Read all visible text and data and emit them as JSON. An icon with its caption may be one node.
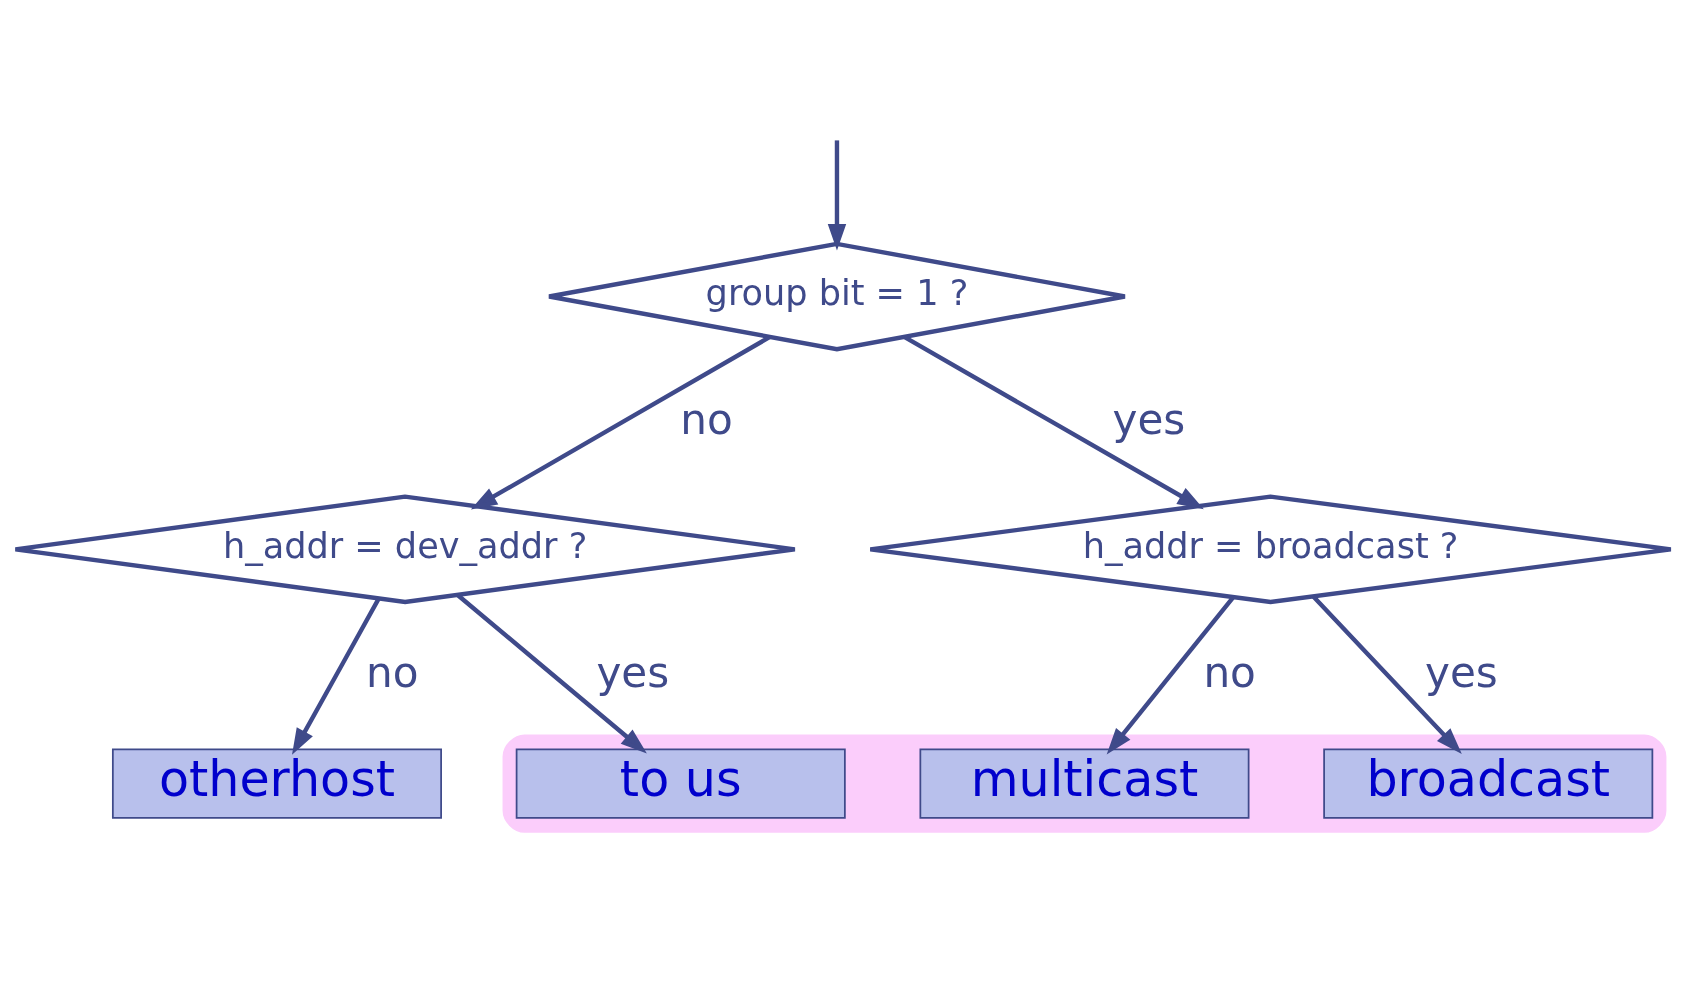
{
  "diagram": {
    "nodes": [
      {
        "text": [
          "group bit = 1 ?"
        ]
      },
      {
        "text": [
          "h_addr = dev_addr ?"
        ]
      },
      {
        "text": [
          "h_addr = broadcast ?"
        ]
      },
      {
        "text": [
          "otherhost"
        ]
      },
      {
        "text": [],
        "shape": "box"
      },
      {
        "text": [
          "to us"
        ],
        "in": 4
      },
      {
        "text": [
          "multicast"
        ],
        "in": 4
      },
      {
        "text": [
          "broadcast"
        ],
        "in": 4
      }
    ],
    "edges": [
      {
        "from": null,
        "to": 0,
        "arrow": "to"
      },
      {
        "from": 0,
        "to": 2,
        "arrow": "to",
        "label": "yes"
      },
      {
        "from": 0,
        "to": 1,
        "arrow": "to",
        "label": "no"
      },
      {
        "from": 1,
        "to": 3,
        "arrow": "to",
        "label": "no"
      },
      {
        "from": 1,
        "to": 5,
        "arrow": "to",
        "label": "yes"
      },
      {
        "from": 2,
        "to": 6,
        "arrow": "to",
        "label": "no"
      },
      {
        "from": 2,
        "to": 7,
        "arrow": "to",
        "label": "yes"
      }
    ]
  }
}
